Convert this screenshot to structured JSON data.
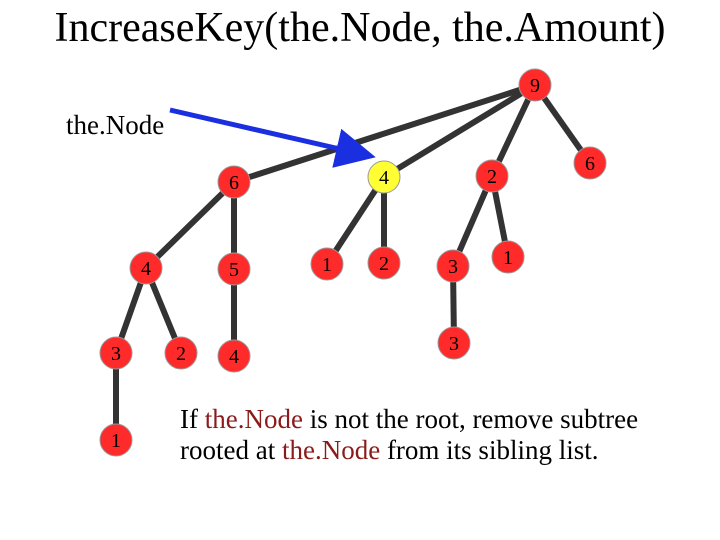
{
  "title": "IncreaseKey(the.Node, the.Amount)",
  "pointer_label": "the.Node",
  "caption": {
    "line1_a": "If ",
    "line1_b": "the.Node",
    "line1_c": " is not the root, remove subtree",
    "line2_a": "rooted at ",
    "line2_b": "the.Node",
    "line2_c": " from its sibling list."
  },
  "colors": {
    "node_fill": "#ff2a2a",
    "highlight_fill": "#ffff33",
    "arrow": "#1a2fe0",
    "highlight_text": "#8b1a1a"
  },
  "nodes": [
    {
      "id": "n9",
      "key": "9"
    },
    {
      "id": "n6a",
      "key": "6"
    },
    {
      "id": "n4a",
      "key": "4",
      "highlight": true
    },
    {
      "id": "n2a",
      "key": "2"
    },
    {
      "id": "n6b",
      "key": "6"
    },
    {
      "id": "n4b",
      "key": "4"
    },
    {
      "id": "n5",
      "key": "5"
    },
    {
      "id": "n1a",
      "key": "1"
    },
    {
      "id": "n2b",
      "key": "2"
    },
    {
      "id": "n3a",
      "key": "3"
    },
    {
      "id": "n1b",
      "key": "1"
    },
    {
      "id": "n3b",
      "key": "3"
    },
    {
      "id": "n2c",
      "key": "2"
    },
    {
      "id": "n4c",
      "key": "4"
    },
    {
      "id": "n3c",
      "key": "3"
    },
    {
      "id": "n1c",
      "key": "1"
    }
  ],
  "edges": [
    [
      "n9",
      "n6a"
    ],
    [
      "n9",
      "n4a"
    ],
    [
      "n9",
      "n2a"
    ],
    [
      "n9",
      "n6b"
    ],
    [
      "n6a",
      "n4b"
    ],
    [
      "n6a",
      "n5"
    ],
    [
      "n4a",
      "n1a"
    ],
    [
      "n4a",
      "n2b"
    ],
    [
      "n2a",
      "n3a"
    ],
    [
      "n2a",
      "n1b"
    ],
    [
      "n4b",
      "n3b"
    ],
    [
      "n4b",
      "n2c"
    ],
    [
      "n5",
      "n4c"
    ],
    [
      "n3a",
      "n3c"
    ],
    [
      "n3b",
      "n1c"
    ]
  ]
}
